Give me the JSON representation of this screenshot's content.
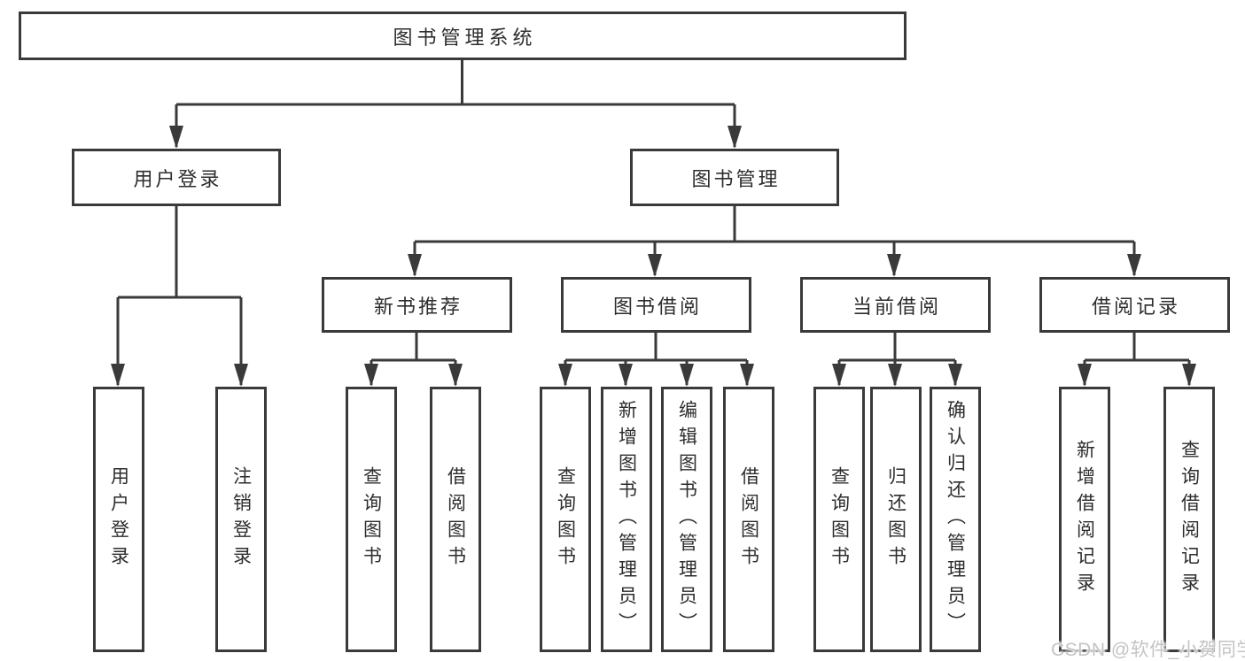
{
  "tree": {
    "label": "图书管理系统",
    "children": [
      {
        "label": "用户登录",
        "children": [
          {
            "label": "用户登录"
          },
          {
            "label": "注销登录"
          }
        ]
      },
      {
        "label": "图书管理",
        "children": [
          {
            "label": "新书推荐",
            "children": [
              {
                "label": "查询图书"
              },
              {
                "label": "借阅图书"
              }
            ]
          },
          {
            "label": "图书借阅",
            "children": [
              {
                "label": "查询图书"
              },
              {
                "label": "新增图书（管理员）"
              },
              {
                "label": "编辑图书（管理员）"
              },
              {
                "label": "借阅图书"
              }
            ]
          },
          {
            "label": "当前借阅",
            "children": [
              {
                "label": "查询图书"
              },
              {
                "label": "归还图书"
              },
              {
                "label": "确认归还（管理员）"
              }
            ]
          },
          {
            "label": "借阅记录",
            "children": [
              {
                "label": "新增借阅记录"
              },
              {
                "label": "查询借阅记录"
              }
            ]
          }
        ]
      }
    ]
  },
  "watermark": "CSDN @软件_小贺同学",
  "colors": {
    "line": "#3a3a3a",
    "text": "#2d2d2d",
    "background": "#ffffff",
    "watermark": "#c4c4c4"
  }
}
